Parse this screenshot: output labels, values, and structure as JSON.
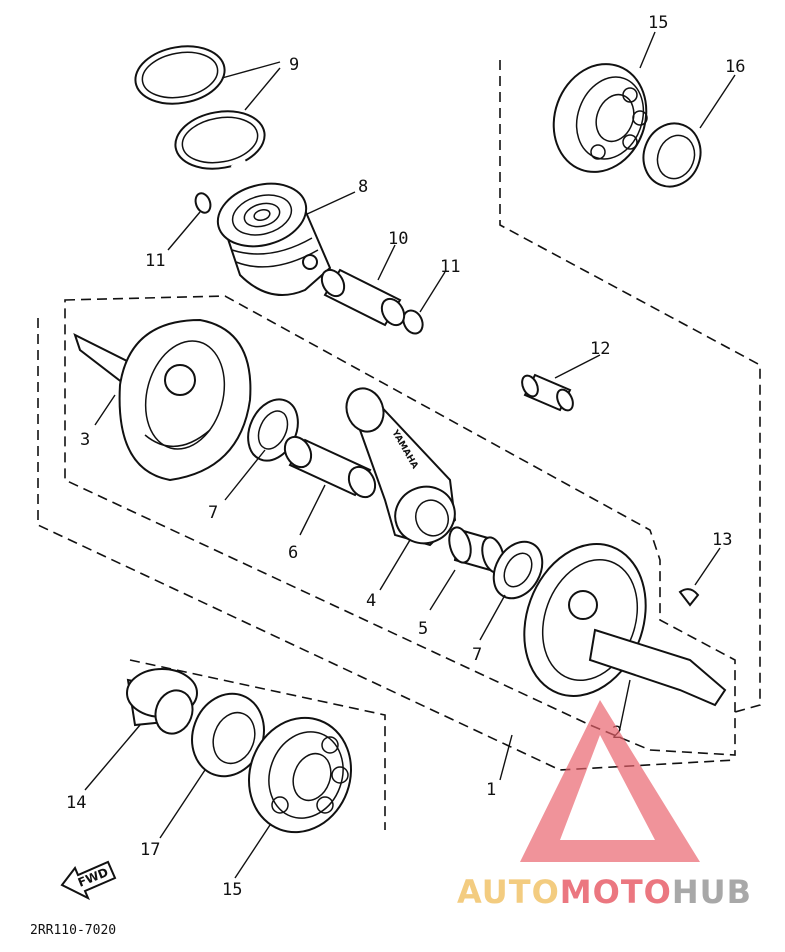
{
  "diagram": {
    "callouts": {
      "c1": "1",
      "c2": "2",
      "c3": "3",
      "c4": "4",
      "c5": "5",
      "c6": "6",
      "c7a": "7",
      "c7b": "7",
      "c8": "8",
      "c9": "9",
      "c10": "10",
      "c11a": "11",
      "c11b": "11",
      "c12": "12",
      "c13": "13",
      "c14": "14",
      "c15a": "15",
      "c15b": "15",
      "c16": "16",
      "c17": "17"
    },
    "rod_marking": "YAMAHA",
    "fwd_label": "FWD",
    "drawing_code": "2RR110-7020"
  },
  "watermark": {
    "brand_part1": "AUTO",
    "brand_part2": "MOTO",
    "brand_part3": "HUB",
    "colors": {
      "part1": "#f2c46b",
      "part2": "#e8606a",
      "part3": "#9a9a9a",
      "triangle": "#e8606a"
    }
  }
}
